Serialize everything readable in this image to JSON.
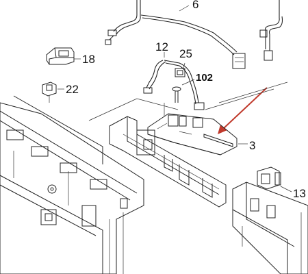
{
  "callouts": {
    "c12": "12",
    "c25": "25",
    "c102": "102",
    "c18": "18",
    "c22": "22",
    "c3": "3",
    "c13": "13",
    "c6_partial": "6"
  },
  "colors": {
    "arrow": "#c0392b",
    "line": "#222222"
  }
}
